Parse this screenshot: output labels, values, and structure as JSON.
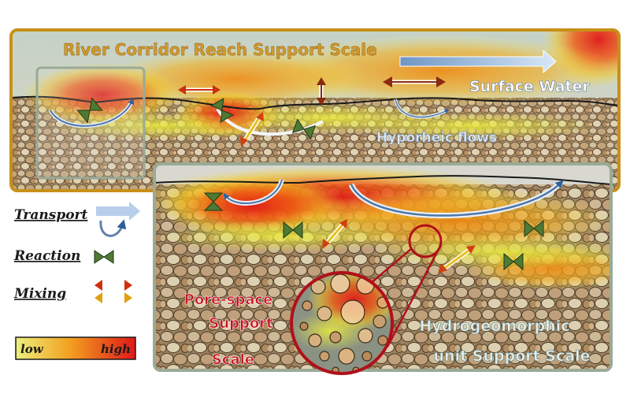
{
  "titles": {
    "reach": "River Corridor Reach Support Scale",
    "surface_water": "Surface Water",
    "hyporheic": "Hyporheic flows",
    "pore_line1": "Pore-space",
    "pore_line2": "Support",
    "pore_line3": "Scale",
    "hgu_line1": "Hydrogeomorphic",
    "hgu_line2": "unit Support Scale"
  },
  "legend": {
    "transport": "Transport",
    "reaction": "Reaction",
    "mixing": "Mixing",
    "low": "low",
    "high": "high"
  },
  "colors": {
    "frame_gold": "#c8901a",
    "frame_grey": "#9aaa96",
    "pore_red": "#b0101a",
    "reaction_green": "#4e7a32",
    "transport_blue": "#8fb7dd",
    "mixing_yellow": "#f0d020",
    "mixing_red": "#d03010"
  }
}
